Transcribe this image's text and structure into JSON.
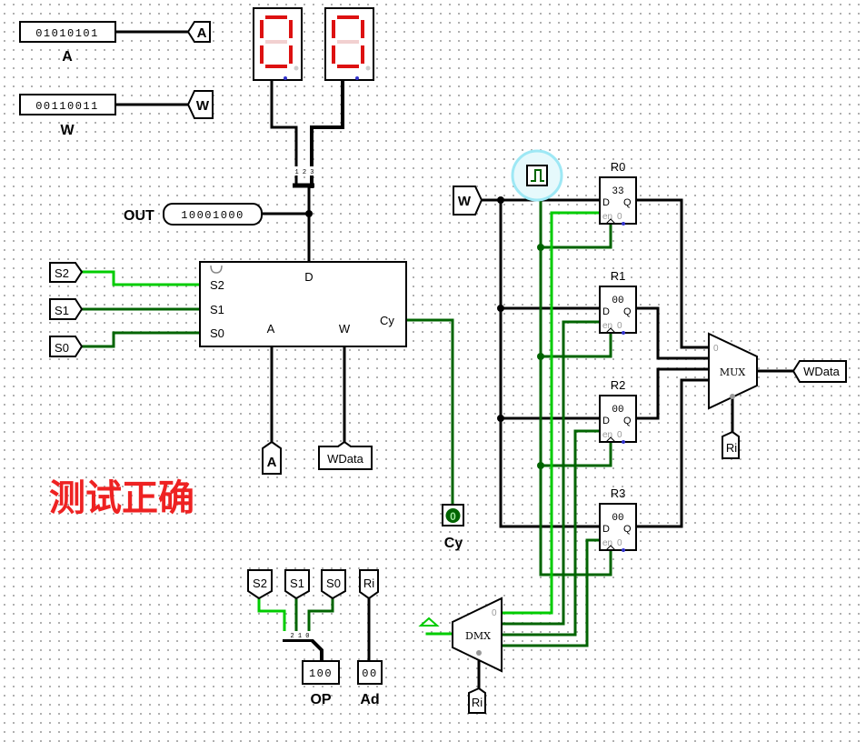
{
  "inputs": {
    "a": {
      "label": "A",
      "bits": "01010101",
      "tunnel": "A"
    },
    "w": {
      "label": "W",
      "bits": "00110011",
      "tunnel": "W"
    }
  },
  "output": {
    "label": "OUT",
    "bits": "10001000"
  },
  "seven_seg": {
    "left_digit": "0",
    "right_digit": "0"
  },
  "alu": {
    "pins": {
      "s2": "S2",
      "s1": "S1",
      "s0": "S0",
      "d": "D",
      "a": "A",
      "w": "W",
      "cy": "Cy"
    },
    "tunnels": {
      "s2": "S2",
      "s1": "S1",
      "s0": "S0",
      "a": "A",
      "wdata": "WData"
    }
  },
  "carry": {
    "label": "Cy",
    "value": "0"
  },
  "status_text": "测试正确",
  "registers": {
    "w_tunnel": "W",
    "r0": {
      "name": "R0",
      "value": "33",
      "pins": {
        "d": "D",
        "q": "Q",
        "en": "en",
        "en_val": "0"
      }
    },
    "r1": {
      "name": "R1",
      "value": "00",
      "pins": {
        "d": "D",
        "q": "Q",
        "en": "en",
        "en_val": "0"
      }
    },
    "r2": {
      "name": "R2",
      "value": "00",
      "pins": {
        "d": "D",
        "q": "Q",
        "en": "en",
        "en_val": "0"
      }
    },
    "r3": {
      "name": "R3",
      "value": "00",
      "pins": {
        "d": "D",
        "q": "Q",
        "en": "en",
        "en_val": "0"
      }
    }
  },
  "mux": {
    "label": "MUX",
    "zero": "0",
    "sel_tunnel": "Ri",
    "out_tunnel": "WData"
  },
  "dmx": {
    "label": "DMX",
    "zero": "0",
    "sel_tunnel": "Ri"
  },
  "op_section": {
    "tunnels": [
      "S2",
      "S1",
      "S0"
    ],
    "op_bits": "100",
    "op_label": "OP",
    "ri_tunnel": "Ri",
    "ad_bits": "00",
    "ad_label": "Ad"
  },
  "colors": {
    "wire_dark": "#006400",
    "wire_bright": "#00cc00",
    "wire_black": "#000000",
    "seg_on": "#dd0000",
    "status": "#ee2222",
    "clock_glow": "#9ee8f5"
  }
}
